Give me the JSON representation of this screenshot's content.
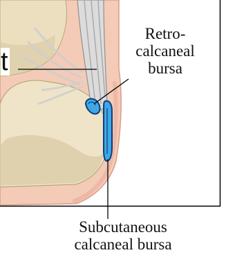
{
  "labels": {
    "retrocalcaneal": [
      "Retro-",
      "calcaneal",
      "bursa"
    ],
    "subcutaneous": [
      "Subcutaneous",
      "calcaneal bursa"
    ],
    "cut_off_left": "t"
  },
  "colors": {
    "skin": "#f3cbb7",
    "skin_edge": "#d99c8a",
    "bone": "#efe4c8",
    "bone_shadow": "#d8c9a2",
    "tendon": "#dcdcdc",
    "tendon_shade": "#a9a9a9",
    "bursa_fill": "#3fa7e6",
    "bursa_edge": "#0b3f7a",
    "frame": "#000000"
  }
}
